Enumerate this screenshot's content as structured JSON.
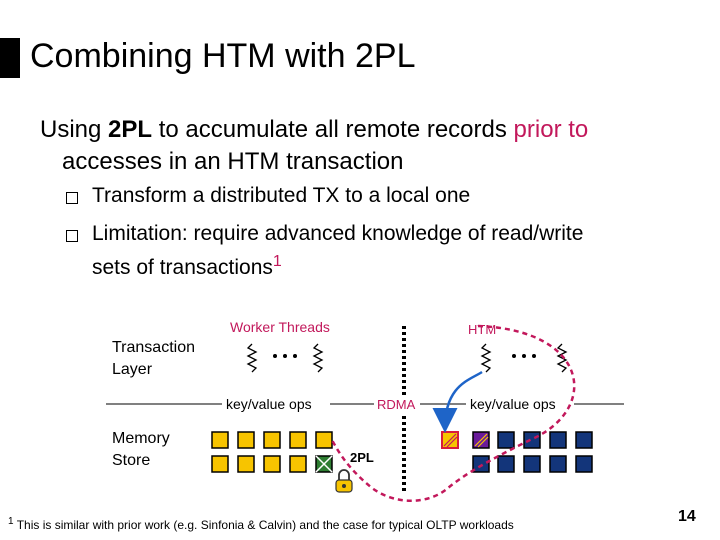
{
  "slide": {
    "title": "Combining HTM with 2PL",
    "main_bullet": {
      "prefix": "Using ",
      "strong": "2PL",
      "middle": " to accumulate all remote records ",
      "accent": "prior to",
      "suffix": "accesses in an HTM transaction"
    },
    "sub_bullets": [
      "Transform a distributed TX to a local one",
      "Limitation: require advanced knowledge of read/write",
      "sets of transactions"
    ],
    "footnote_ref": "1",
    "footnote_mark": "1",
    "footnote": "This is similar with prior work (e.g. Sinfonia & Calvin) and the case for typical OLTP workloads",
    "page_number": "14"
  },
  "diagram": {
    "transaction_layer": [
      "Transaction",
      "Layer"
    ],
    "memory_store": [
      "Memory",
      "Store"
    ],
    "worker_threads": "Worker Threads",
    "htm": "HTM",
    "rdma": "RDMA",
    "kv_ops_left": "key/value ops",
    "kv_ops_right": "key/value ops",
    "twopl": "2PL",
    "colors": {
      "accent": "#c2185b",
      "yellow": "#f7c400",
      "navy": "#13357a",
      "green": "#2e7d32",
      "red": "#d81b3c",
      "blue": "#1e64c8"
    }
  }
}
